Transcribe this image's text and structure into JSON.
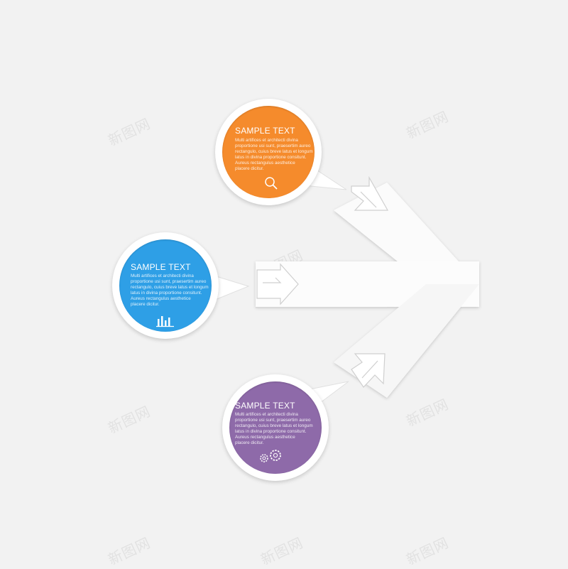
{
  "watermark_text": "新图网",
  "bubbles": {
    "top": {
      "title": "SAMPLE TEXT",
      "lines": [
        "Multi artifices et architecti divina",
        "proportione usi sunt, praesertim aureo",
        "rectangulo, cuius breve latus et longum",
        "latus in divina proportione consitunt.",
        "Aureus rectangulus aesthetice",
        "placere dicitur."
      ],
      "icon": "search-icon",
      "color": "#f58b2c"
    },
    "middle": {
      "title": "SAMPLE TEXT",
      "lines": [
        "Multi artifices et architecti divina",
        "proportione usi sunt, praesertim aureo",
        "rectangulo, cuius breve latus et longum",
        "latus in divina proportione consitunt.",
        "Aureus rectangulus aesthetice",
        "placere dicitur."
      ],
      "icon": "bar-chart-icon",
      "color": "#2e9fe6"
    },
    "bottom": {
      "title": "SAMPLE TEXT",
      "lines": [
        "Multi artifices et architecti divina",
        "proportione usi sunt, praesertim aureo",
        "rectangulo, cuius breve latus et longum",
        "latus in divina proportione consitunt.",
        "Aureus rectangulus aesthetice",
        "placere dicitur."
      ],
      "icon": "gears-icon",
      "color": "#8e6aa9"
    }
  }
}
